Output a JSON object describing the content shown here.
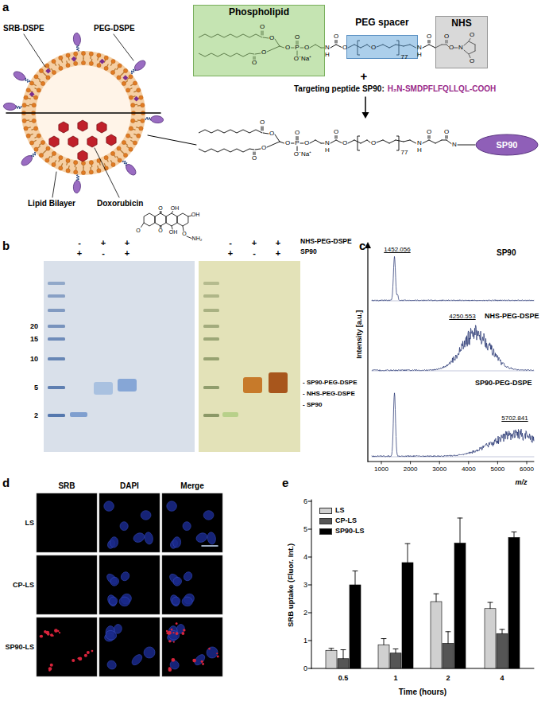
{
  "diagram": {
    "nodes": [
      {
        "text": [
          "Phospholipid"
        ]
      },
      {
        "text": [
          "PEG spacer"
        ]
      },
      {
        "text": [
          "NHS"
        ]
      },
      {
        "text": [
          "SP90"
        ]
      }
    ],
    "labels": [
      "a",
      "SRB-DSPE",
      "PEG-DSPE",
      "+",
      "Targeting peptide SP90:",
      "H₂N-SMDPFLFQLLQL-COOH",
      "O",
      "O",
      "O",
      "O",
      "O",
      "P",
      "O",
      "O",
      "O⁻Na⁺",
      "N",
      "H",
      "O",
      "O",
      "O",
      "77",
      "N",
      "H",
      "O",
      "O",
      "O",
      "N",
      "O",
      "O",
      "O",
      "O",
      "O",
      "O",
      "O",
      "P",
      "O",
      "O",
      "O⁻Na⁺",
      "N",
      "H",
      "O",
      "O",
      "O",
      "77",
      "N",
      "H",
      "O",
      "O",
      "N",
      "Lipid Bilayer",
      "Doxorubicin",
      "O",
      "OH",
      "OH",
      "O",
      "O",
      "OH",
      "O",
      "NH₂",
      "b",
      "-",
      "+",
      "+",
      "-",
      "+",
      "+",
      "NHS-PEG-DSPE",
      "+",
      "-",
      "+",
      "+",
      "-",
      "+",
      "SP90",
      "20",
      "15",
      "10",
      "5",
      "2",
      "- SP90-PEG-DSPE",
      "- NHS-PEG-DSPE",
      "- SP90",
      "c",
      "1452.056",
      "SP90",
      "4250.553",
      "NHS-PEG-DSPE",
      "SP90-PEG-DSPE",
      "5702.841",
      "Intensity [a.u.]",
      "1000",
      "2000",
      "3000",
      "4000",
      "5000",
      "6000",
      "m/z",
      "d",
      "SRB",
      "DAPI",
      "Merge",
      "LS",
      "CP-LS",
      "SP90-LS",
      "e",
      "SRB uptake (Fluor. Int.)",
      "0",
      "1",
      "2",
      "3",
      "4",
      "5",
      "6",
      "0.5",
      "1",
      "2",
      "4",
      "Time (hours)"
    ],
    "legend": [
      {
        "text": "LS",
        "color": "#d0d0d0"
      },
      {
        "text": "CP-LS",
        "color": "#555555"
      },
      {
        "text": "SP90-LS",
        "color": "#000000"
      }
    ]
  }
}
